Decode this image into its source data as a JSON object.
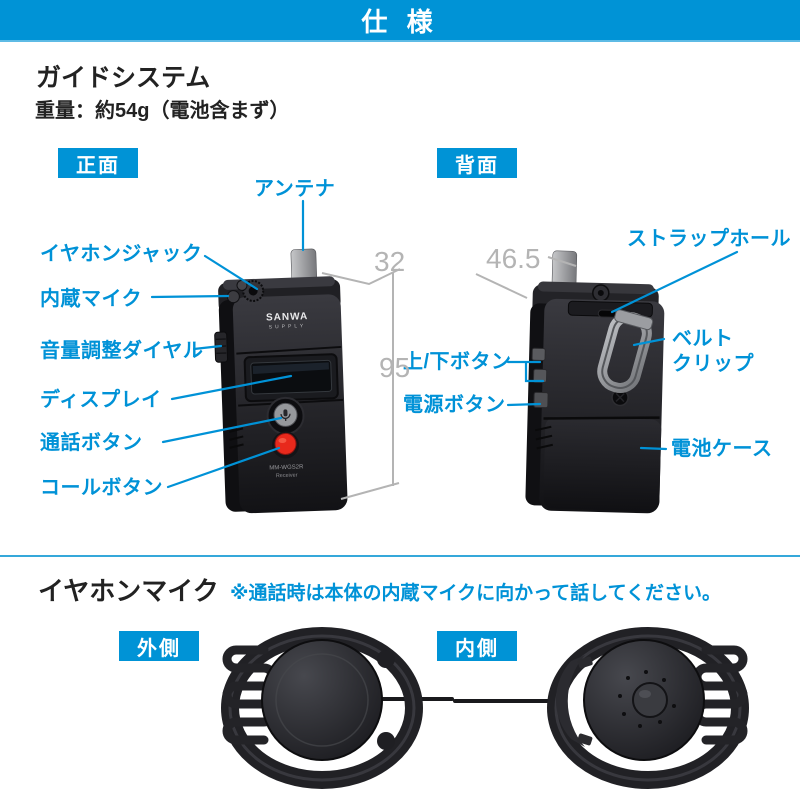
{
  "header": {
    "title": "仕 様"
  },
  "section1": {
    "title": "ガイドシステム",
    "subtitle": "重量：約54g（電池含まず）",
    "front": {
      "badge": "正面",
      "dim_width": "32",
      "dim_height": "95",
      "labels": {
        "antenna": "アンテナ",
        "earphone_jack": "イヤホンジャック",
        "built_in_mic": "内蔵マイク",
        "volume_dial": "音量調整ダイヤル",
        "display": "ディスプレイ",
        "talk_button": "通話ボタン",
        "call_button": "コールボタン"
      },
      "device_print": {
        "brand": "SANWA",
        "brand_sub": "SUPPLY",
        "model": "MM-WGS2R",
        "model_type": "Receiver"
      }
    },
    "back": {
      "badge": "背面",
      "dim_depth": "46.5",
      "labels": {
        "strap_hole": "ストラップホール",
        "belt_clip_1": "ベルト",
        "belt_clip_2": "クリップ",
        "up_down_button": "上/下ボタン",
        "power_button": "電源ボタン",
        "battery_case": "電池ケース"
      }
    }
  },
  "section2": {
    "title": "イヤホンマイク",
    "note": "※通話時は本体の内蔵マイクに向かって話してください。",
    "outside_badge": "外側",
    "inside_badge": "内側"
  },
  "colors": {
    "accent_blue": "#0093d6",
    "label_blue": "#0092d7",
    "divider_blue": "#35a8da",
    "dimension_gray": "#b4b4b4",
    "device_black": "#1c1c20",
    "call_button_red": "#e8291c"
  }
}
